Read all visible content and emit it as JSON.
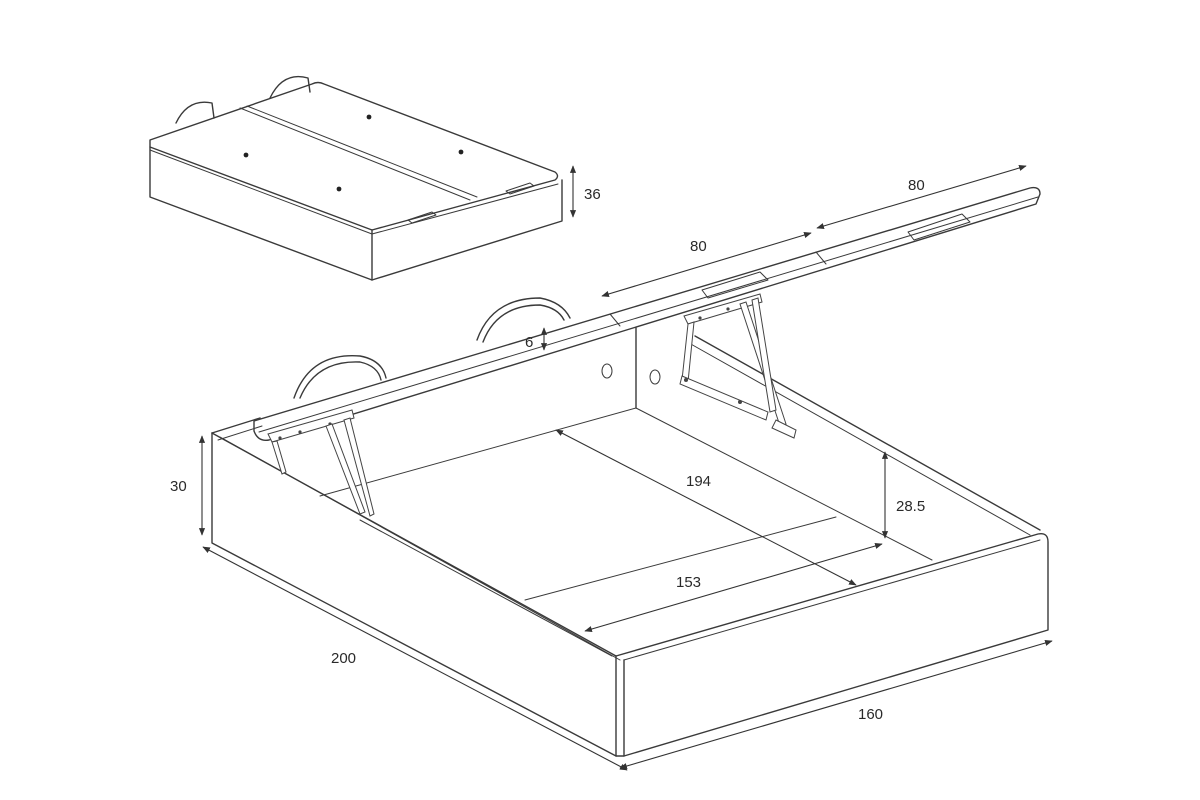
{
  "colors": {
    "line": "#3a3a3a",
    "background": "#ffffff",
    "text": "#2a2a2a"
  },
  "dimensions": {
    "closed_height": "36",
    "lid_half_left": "80",
    "lid_half_right": "80",
    "lid_thickness": "6",
    "base_height": "30",
    "inner_length": "194",
    "inner_height": "28.5",
    "inner_width": "153",
    "outer_length": "200",
    "outer_width": "160"
  }
}
